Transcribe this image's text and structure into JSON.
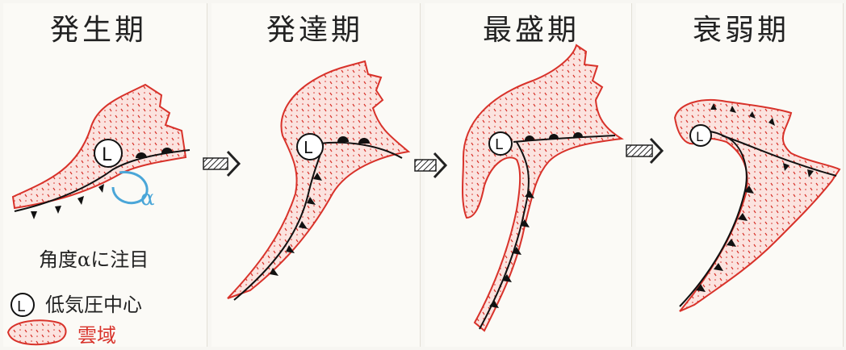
{
  "panels": [
    {
      "title": "発生期"
    },
    {
      "title": "発達期"
    },
    {
      "title": "最盛期"
    },
    {
      "title": "衰弱期"
    }
  ],
  "angle_symbol": "α",
  "low_symbol": "L",
  "legend": {
    "angle_note": "角度αに注目",
    "low_center": "低気圧中心",
    "cloud_area": "雲域"
  },
  "colors": {
    "cloud_outline": "#d8322a",
    "front_line": "#111111",
    "angle_arc": "#4aa6d8"
  }
}
